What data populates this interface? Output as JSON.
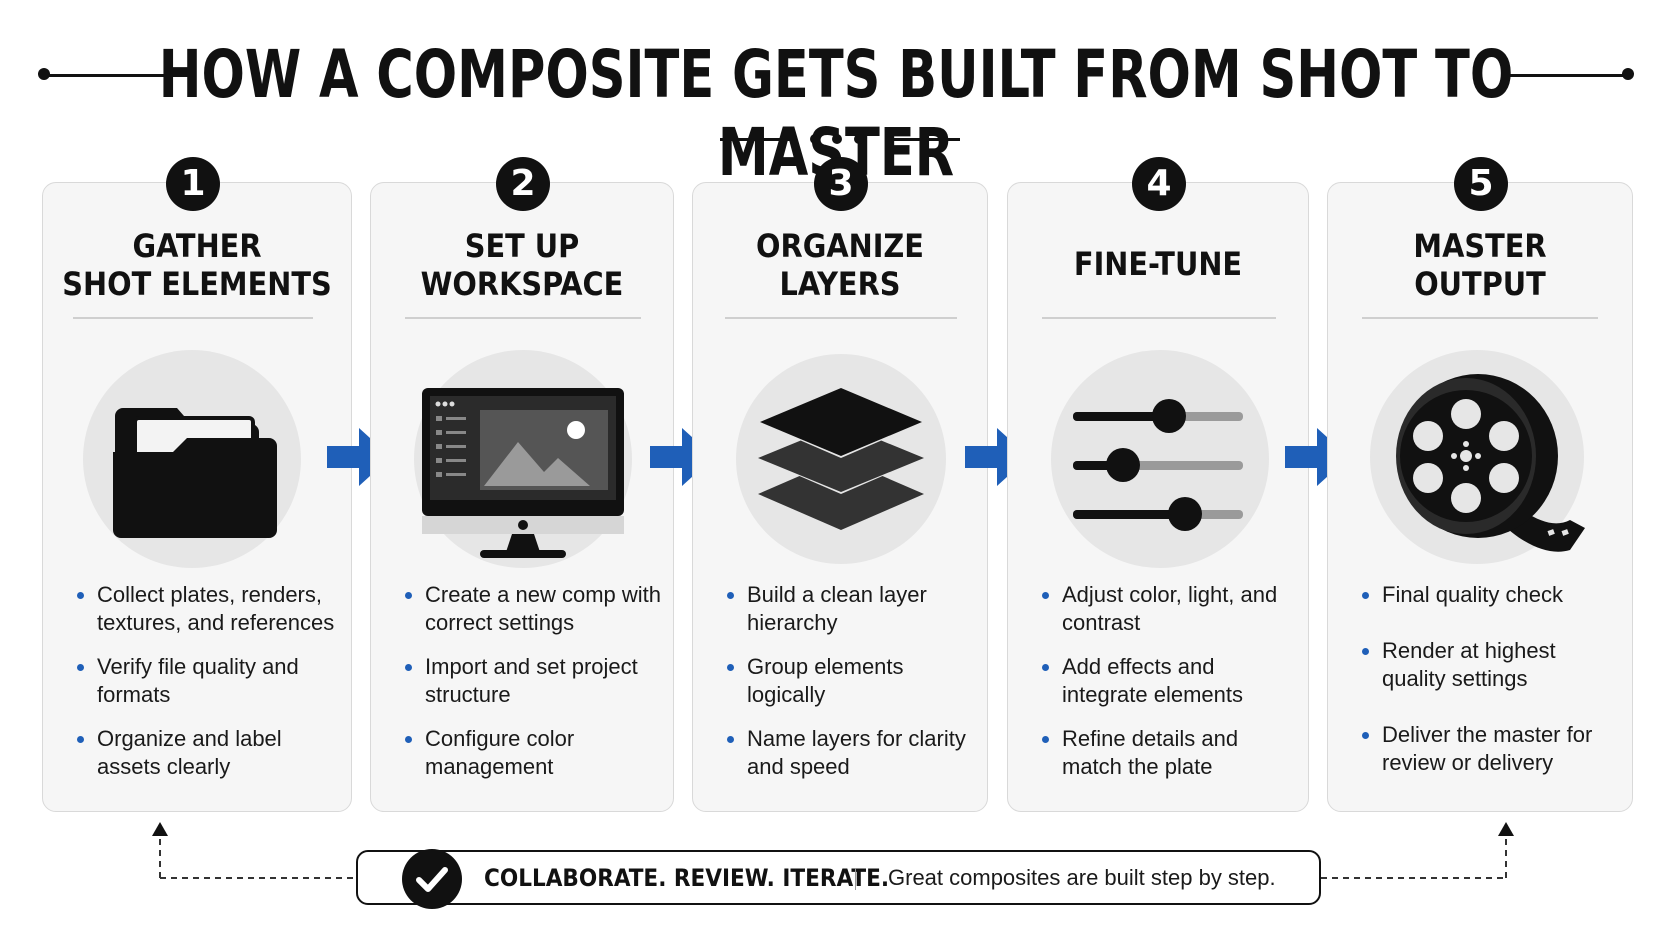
{
  "title": "HOW A COMPOSITE GETS BUILT FROM SHOT TO MASTER",
  "colors": {
    "accent": "#1f5fb8",
    "ink": "#111111",
    "panel": "#f6f6f6",
    "icon_bg": "#e6e6e6"
  },
  "steps": [
    {
      "number": "1",
      "title_line1": "GATHER",
      "title_line2": "SHOT ELEMENTS",
      "icon": "folder-icon",
      "bullets": [
        "Collect plates, renders, textures, and references",
        "Verify file quality and formats",
        "Organize and label assets clearly"
      ]
    },
    {
      "number": "2",
      "title_line1": "SET UP",
      "title_line2": "WORKSPACE",
      "icon": "monitor-icon",
      "bullets": [
        "Create a new comp with correct settings",
        "Import and set project structure",
        "Configure color management"
      ]
    },
    {
      "number": "3",
      "title_line1": "ORGANIZE",
      "title_line2": "LAYERS",
      "icon": "layers-icon",
      "bullets": [
        "Build a clean layer hierarchy",
        "Group elements logically",
        "Name layers for clarity and speed"
      ]
    },
    {
      "number": "4",
      "title_line1": "FINE-TUNE",
      "title_line2": "",
      "icon": "sliders-icon",
      "bullets": [
        "Adjust color, light, and contrast",
        "Add effects and integrate elements",
        "Refine details and match the plate"
      ]
    },
    {
      "number": "5",
      "title_line1": "MASTER",
      "title_line2": "OUTPUT",
      "icon": "film-reel-icon",
      "bullets": [
        "Final quality check",
        "Render at highest quality settings",
        "Deliver the master for review or delivery"
      ]
    }
  ],
  "footer": {
    "strong": "COLLABORATE. REVIEW. ITERATE.",
    "note": "Great composites are built step by step.",
    "icon": "checkmark-icon"
  }
}
